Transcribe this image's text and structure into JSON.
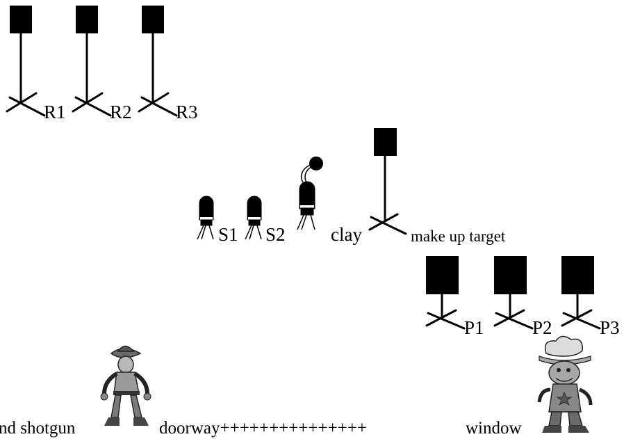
{
  "rifle_targets": [
    "R1",
    "R2",
    "R3"
  ],
  "pistol_targets": [
    "P1",
    "P2",
    "P3"
  ],
  "shotgun_targets": [
    "S1",
    "S2"
  ],
  "clay_label": "clay",
  "makeup_target_label": "make up target",
  "bottom": {
    "left_label": "nd shotgun",
    "doorway_label": "doorway+++++++++++++++",
    "window_label": "window"
  },
  "icons": {
    "target": "square-target-on-stand-icon",
    "launcher": "clay-launcher-icon",
    "clay": "clay-pigeon-icon",
    "cowboy": "cowboy-gunslinger-icon",
    "chef": "chef-cowboy-icon"
  }
}
